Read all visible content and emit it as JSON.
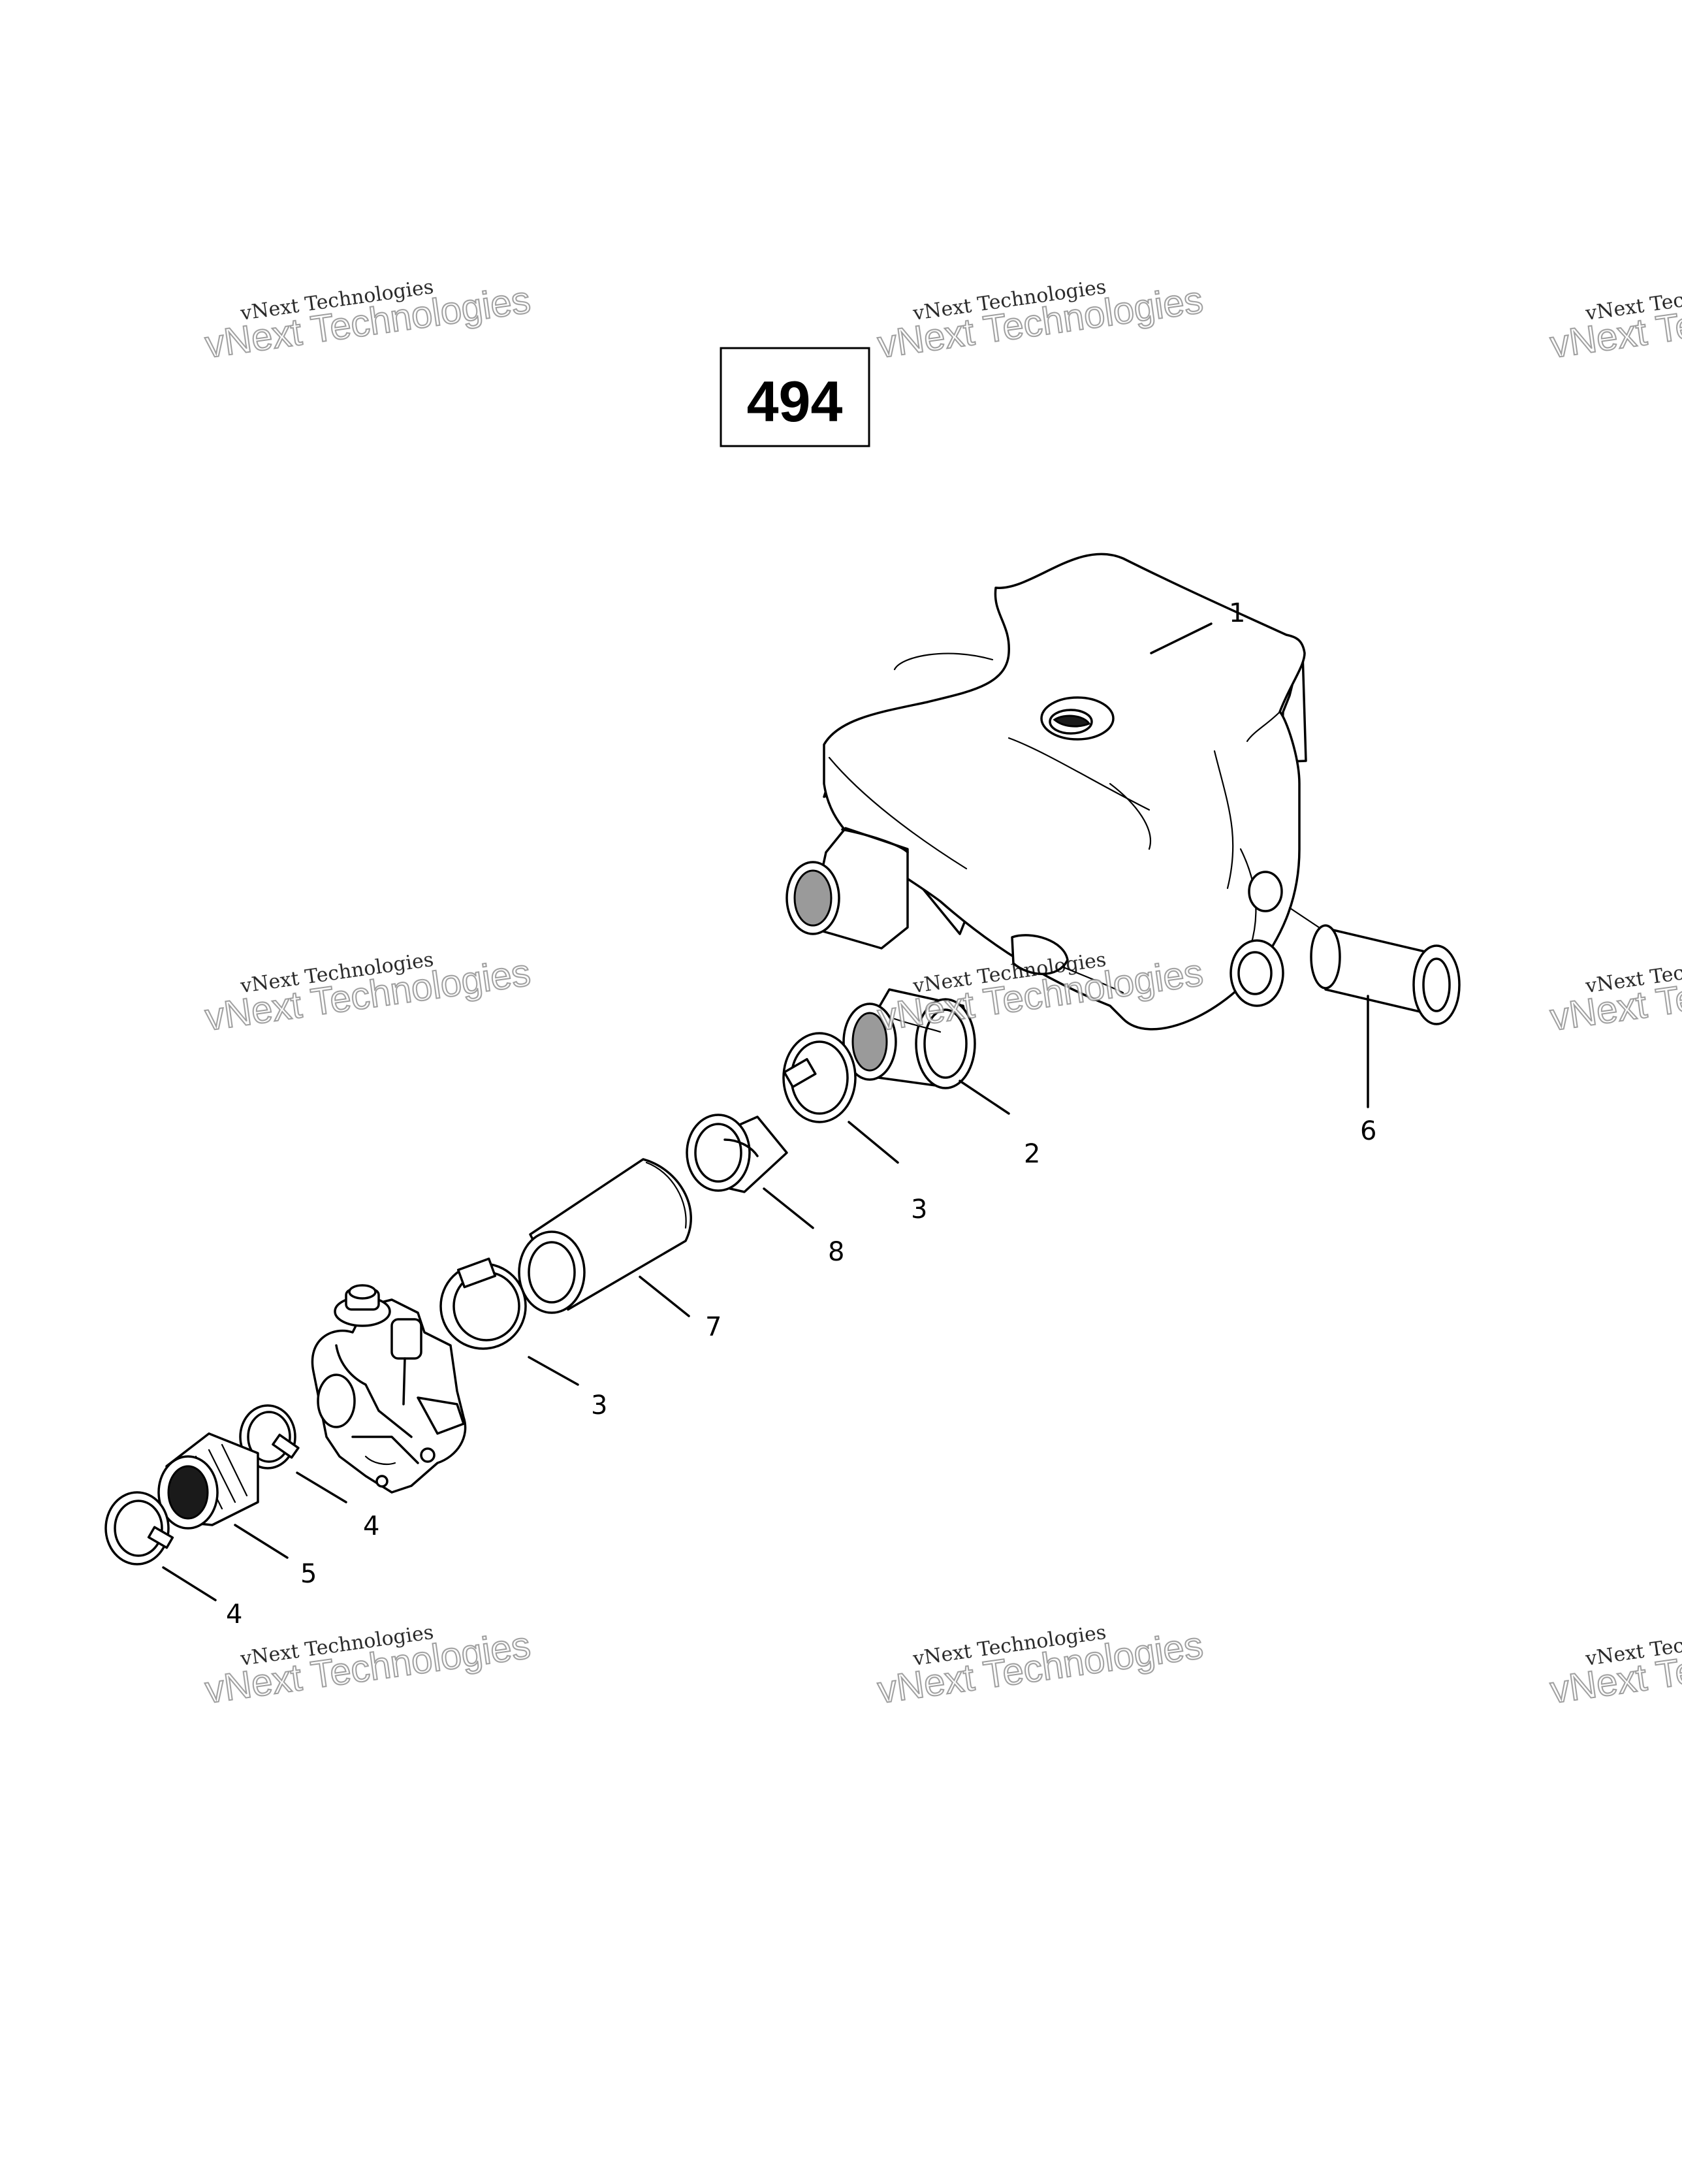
{
  "page_number": "494",
  "watermark": {
    "line1": "vNext Technologies",
    "line2": "vNext Technologies"
  },
  "callouts": [
    "1",
    "2",
    "3",
    "8",
    "7",
    "3",
    "4",
    "5",
    "4",
    "6"
  ]
}
